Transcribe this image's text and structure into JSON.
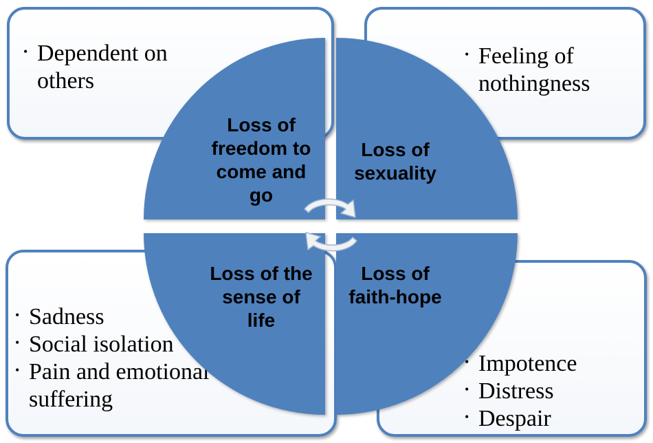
{
  "colors": {
    "quadrant_fill": "#4f81bd",
    "box_border": "#4f81bd",
    "box_fill": "#ffffff",
    "arrow_fill": "#f2f2f2"
  },
  "quadrants": [
    {
      "id": "tl",
      "label": "Loss of freedom to come and go",
      "items": [
        "Dependent on others"
      ]
    },
    {
      "id": "tr",
      "label": "Loss of sexuality",
      "items": [
        "Feeling of nothingness"
      ]
    },
    {
      "id": "bl",
      "label": "Loss of the sense of life",
      "items": [
        "Sadness",
        "Social isolation",
        "Pain and emotional suffering"
      ]
    },
    {
      "id": "br",
      "label": "Loss of faith-hope",
      "items": [
        "Impotence",
        "Distress",
        "Despair"
      ]
    }
  ],
  "center_icon": "circular-arrows-icon"
}
